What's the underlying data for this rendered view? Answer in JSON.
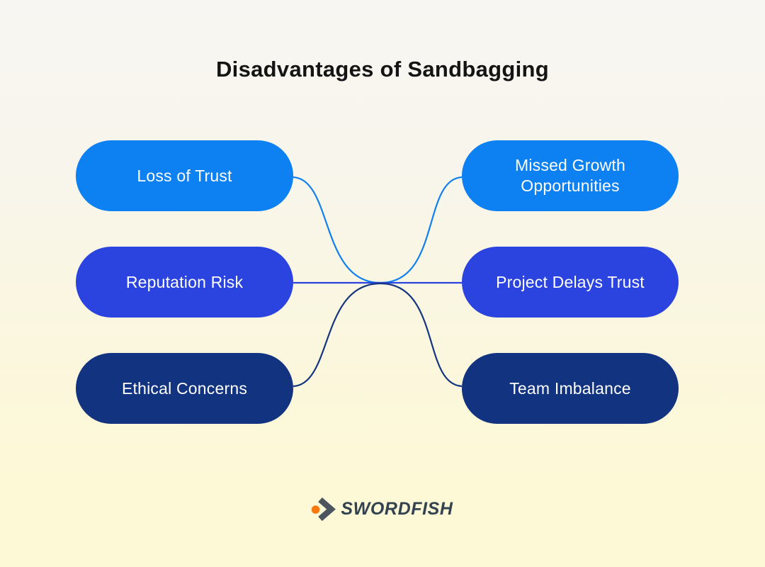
{
  "title": "Disadvantages of Sandbagging",
  "title_color": "#141414",
  "background": {
    "top_color": "#F7F6F2",
    "bottom_color": "#FDF8D6"
  },
  "nodes": {
    "text_color": "#FFFFFF",
    "left": [
      {
        "label": "Loss of Trust",
        "color": "#0D80F2"
      },
      {
        "label": "Reputation Risk",
        "color": "#2B43DF"
      },
      {
        "label": "Ethical Concerns",
        "color": "#123380"
      }
    ],
    "right": [
      {
        "label": "Missed Growth Opportunities",
        "color": "#0D80F2"
      },
      {
        "label": "Project Delays Trust",
        "color": "#2B43DF"
      },
      {
        "label": "Team Imbalance",
        "color": "#123380"
      }
    ]
  },
  "connectors": {
    "top_color": "#1080F0",
    "middle_color": "#2B43DF",
    "bottom_color": "#14357F"
  },
  "logo": {
    "text": "SWORDFISH",
    "dot_color": "#F8770E",
    "chevron_color": "#4C555E",
    "text_color": "#33424F"
  }
}
